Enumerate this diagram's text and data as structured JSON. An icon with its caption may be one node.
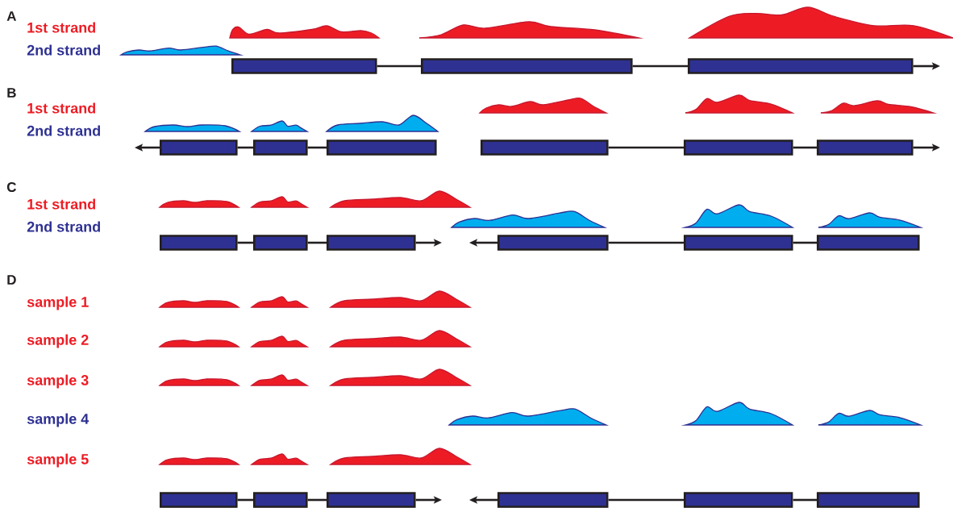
{
  "diagram": {
    "nodes": [
      {
        "text": [],
        "shape": "box"
      },
      {
        "text": [],
        "shape": "box"
      },
      {
        "text": [],
        "shape": "box"
      },
      {
        "text": [],
        "shape": "box"
      },
      {
        "text": [],
        "shape": "box"
      },
      {
        "text": [],
        "shape": "box"
      },
      {
        "text": [],
        "shape": "box"
      },
      {
        "text": [],
        "shape": "box"
      },
      {
        "text": [],
        "shape": "box"
      },
      {
        "text": [],
        "shape": "box"
      },
      {
        "text": [],
        "shape": "box"
      },
      {
        "text": [],
        "shape": "box"
      },
      {
        "text": [],
        "shape": "box"
      },
      {
        "text": [],
        "shape": "box"
      },
      {
        "text": [],
        "shape": "box"
      },
      {
        "text": [],
        "shape": "box"
      },
      {
        "text": [],
        "shape": "box"
      },
      {
        "text": [],
        "shape": "box"
      },
      {
        "text": [],
        "shape": "box"
      },
      {
        "text": [],
        "shape": "box"
      },
      {
        "text": [],
        "shape": "box"
      }
    ],
    "edges": [
      {
        "from": 0,
        "to": 1,
        "arrow": "none"
      },
      {
        "from": 1,
        "to": 2,
        "arrow": "none"
      },
      {
        "from": 2,
        "to": null,
        "arrow": "to"
      },
      {
        "from": 3,
        "to": 4,
        "arrow": "none"
      },
      {
        "from": 4,
        "to": 5,
        "arrow": "none"
      },
      {
        "from": 3,
        "to": null,
        "arrow": "to"
      },
      {
        "from": 6,
        "to": 7,
        "arrow": "none"
      },
      {
        "from": 7,
        "to": 8,
        "arrow": "none"
      },
      {
        "from": 8,
        "to": null,
        "arrow": "to"
      },
      {
        "from": 9,
        "to": 10,
        "arrow": "none"
      },
      {
        "from": 10,
        "to": 11,
        "arrow": "none"
      },
      {
        "from": 11,
        "to": null,
        "arrow": "to"
      },
      {
        "from": 12,
        "to": 13,
        "arrow": "none"
      },
      {
        "from": 13,
        "to": 14,
        "arrow": "none"
      },
      {
        "from": 12,
        "to": null,
        "arrow": "to"
      },
      {
        "from": 15,
        "to": 16,
        "arrow": "none"
      },
      {
        "from": 16,
        "to": 17,
        "arrow": "none"
      },
      {
        "from": 17,
        "to": null,
        "arrow": "to"
      },
      {
        "from": 18,
        "to": 19,
        "arrow": "none"
      },
      {
        "from": 19,
        "to": 20,
        "arrow": "none"
      },
      {
        "from": 18,
        "to": null,
        "arrow": "to"
      }
    ],
    "labels": [
      "A",
      "1st strand",
      "2nd strand",
      "B",
      "1st strand",
      "2nd strand",
      "C",
      "1st strand",
      "2nd strand",
      "D",
      "sample 1",
      "sample 2",
      "sample 3",
      "sample 4",
      "sample 5"
    ]
  }
}
